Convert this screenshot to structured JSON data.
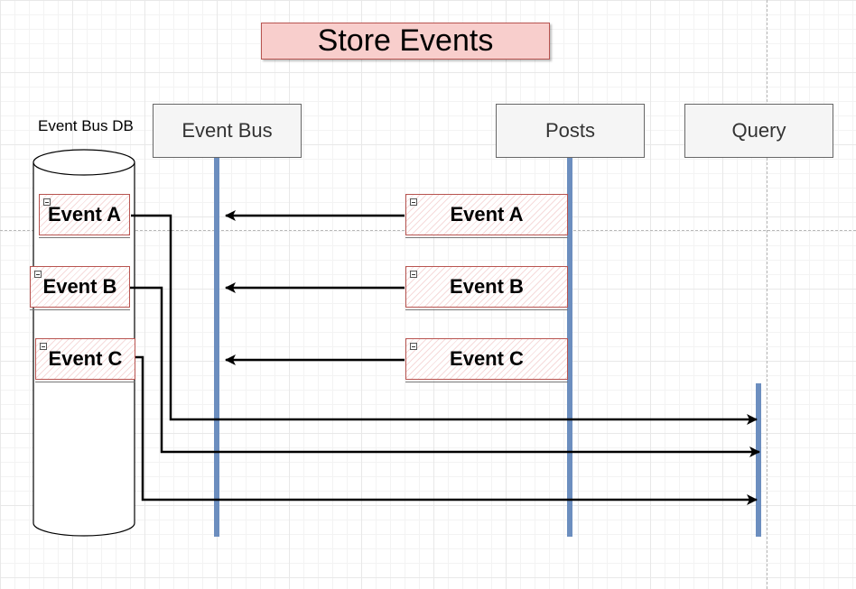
{
  "title": "Store Events",
  "database": {
    "label": "Event Bus DB"
  },
  "participants": [
    {
      "id": "event-bus",
      "label": "Event Bus"
    },
    {
      "id": "posts",
      "label": "Posts"
    },
    {
      "id": "query",
      "label": "Query"
    }
  ],
  "db_events": [
    {
      "label": "Event A"
    },
    {
      "label": "Event B"
    },
    {
      "label": "Event C"
    }
  ],
  "posts_events": [
    {
      "label": "Event A"
    },
    {
      "label": "Event B"
    },
    {
      "label": "Event C"
    }
  ],
  "messages": [
    {
      "from": "posts",
      "to": "event-bus",
      "event": "Event A"
    },
    {
      "from": "posts",
      "to": "event-bus",
      "event": "Event B"
    },
    {
      "from": "posts",
      "to": "event-bus",
      "event": "Event C"
    },
    {
      "from": "event-bus-db",
      "to": "query",
      "event": "Event A"
    },
    {
      "from": "event-bus-db",
      "to": "query",
      "event": "Event B"
    },
    {
      "from": "event-bus-db",
      "to": "query",
      "event": "Event C"
    }
  ],
  "colors": {
    "title_fill": "#f8cecc",
    "title_stroke": "#b85450",
    "lifeline": "#6c8ebf",
    "participant_fill": "#f5f5f5",
    "arrow": "#000000"
  }
}
